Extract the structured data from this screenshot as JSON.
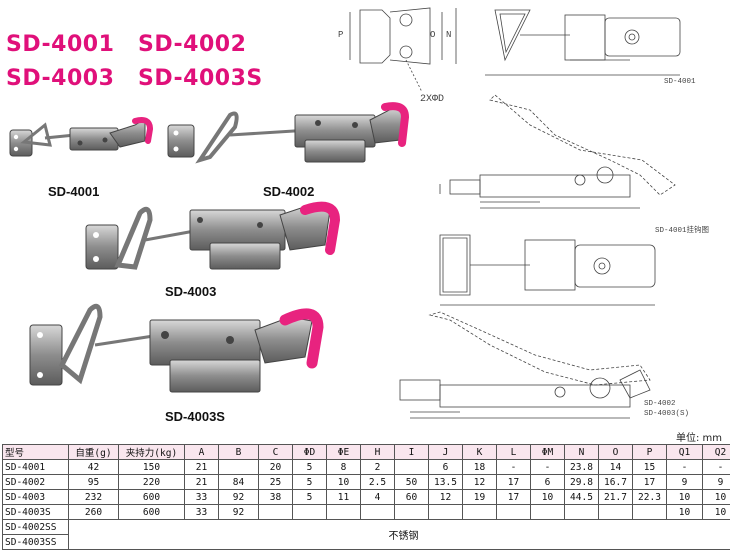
{
  "titles": {
    "line1_a": "SD-4001",
    "line1_b": "SD-4002",
    "line2_a": "SD-4003",
    "line2_b": "SD-4003S"
  },
  "photo_labels": {
    "sd4001": "SD-4001",
    "sd4002": "SD-4002",
    "sd4003": "SD-4003",
    "sd4003s": "SD-4003S"
  },
  "drawing_labels": {
    "hole_note": "2XΦD",
    "dim_p": "P",
    "dim_o": "O",
    "dim_n": "N",
    "top_model": "SD-4001",
    "hook_caption": "SD-4001挂钩图",
    "bottom_model_a": "SD-4002",
    "bottom_model_b": "SD-4003(S)"
  },
  "unit_label": "单位: mm",
  "table": {
    "headers": [
      "型号",
      "自重(g)",
      "夹持力(kg)",
      "A",
      "B",
      "C",
      "ΦD",
      "ΦE",
      "H",
      "I",
      "J",
      "K",
      "L",
      "ΦM",
      "N",
      "O",
      "P",
      "Q1",
      "Q2"
    ],
    "rows": [
      [
        "SD-4001",
        "42",
        "150",
        "21",
        "",
        "20",
        "5",
        "8",
        "2",
        "",
        "6",
        "18",
        "-",
        "-",
        "23.8",
        "14",
        "15",
        "-",
        "-"
      ],
      [
        "SD-4002",
        "95",
        "220",
        "21",
        "84",
        "25",
        "5",
        "10",
        "2.5",
        "50",
        "13.5",
        "12",
        "17",
        "6",
        "29.8",
        "16.7",
        "17",
        "9",
        "9"
      ],
      [
        "SD-4003",
        "232",
        "600",
        "33",
        "92",
        "38",
        "5",
        "11",
        "4",
        "60",
        "12",
        "19",
        "17",
        "10",
        "44.5",
        "21.7",
        "22.3",
        "10",
        "10"
      ],
      [
        "SD-4003S",
        "260",
        "600",
        "33",
        "92",
        "",
        "",
        "",
        "",
        "",
        "",
        "",
        "",
        "",
        "",
        "",
        "",
        "10",
        "10"
      ]
    ],
    "ss_rows": [
      "SD-4002SS",
      "SD-4003SS"
    ],
    "ss_note": "不锈钢"
  },
  "colors": {
    "title": "#e0107a",
    "grip": "#e8237f",
    "metal": "#9a9a9a",
    "header_bg": "#f9e6ee"
  }
}
